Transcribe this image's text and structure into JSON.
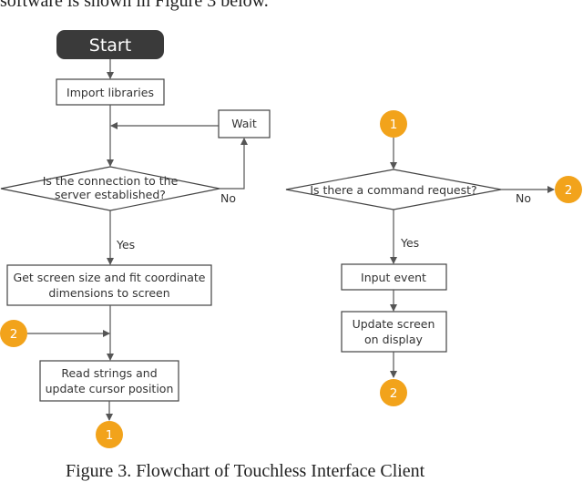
{
  "intro_text": "software is shown in Figure 3 below.",
  "caption": "Figure 3. Flowchart of Touchless Interface Client",
  "left_flow": {
    "start": "Start",
    "import": "Import libraries",
    "wait": "Wait",
    "decision": [
      "Is the connection to the",
      "server established?"
    ],
    "no": "No",
    "yes": "Yes",
    "screen": [
      "Get screen size and fit coordinate",
      "dimensions to screen"
    ],
    "read": [
      "Read strings and",
      "update cursor position"
    ],
    "connector_in": "2",
    "connector_out": "1"
  },
  "right_flow": {
    "connector_in": "1",
    "decision": "Is there a command request?",
    "no": "No",
    "connector_no": "2",
    "yes": "Yes",
    "input": "Input event",
    "update": [
      "Update screen",
      "on display"
    ],
    "connector_out": "2"
  },
  "colors": {
    "connector": "#f2a31b",
    "start": "#3a3a3a"
  }
}
